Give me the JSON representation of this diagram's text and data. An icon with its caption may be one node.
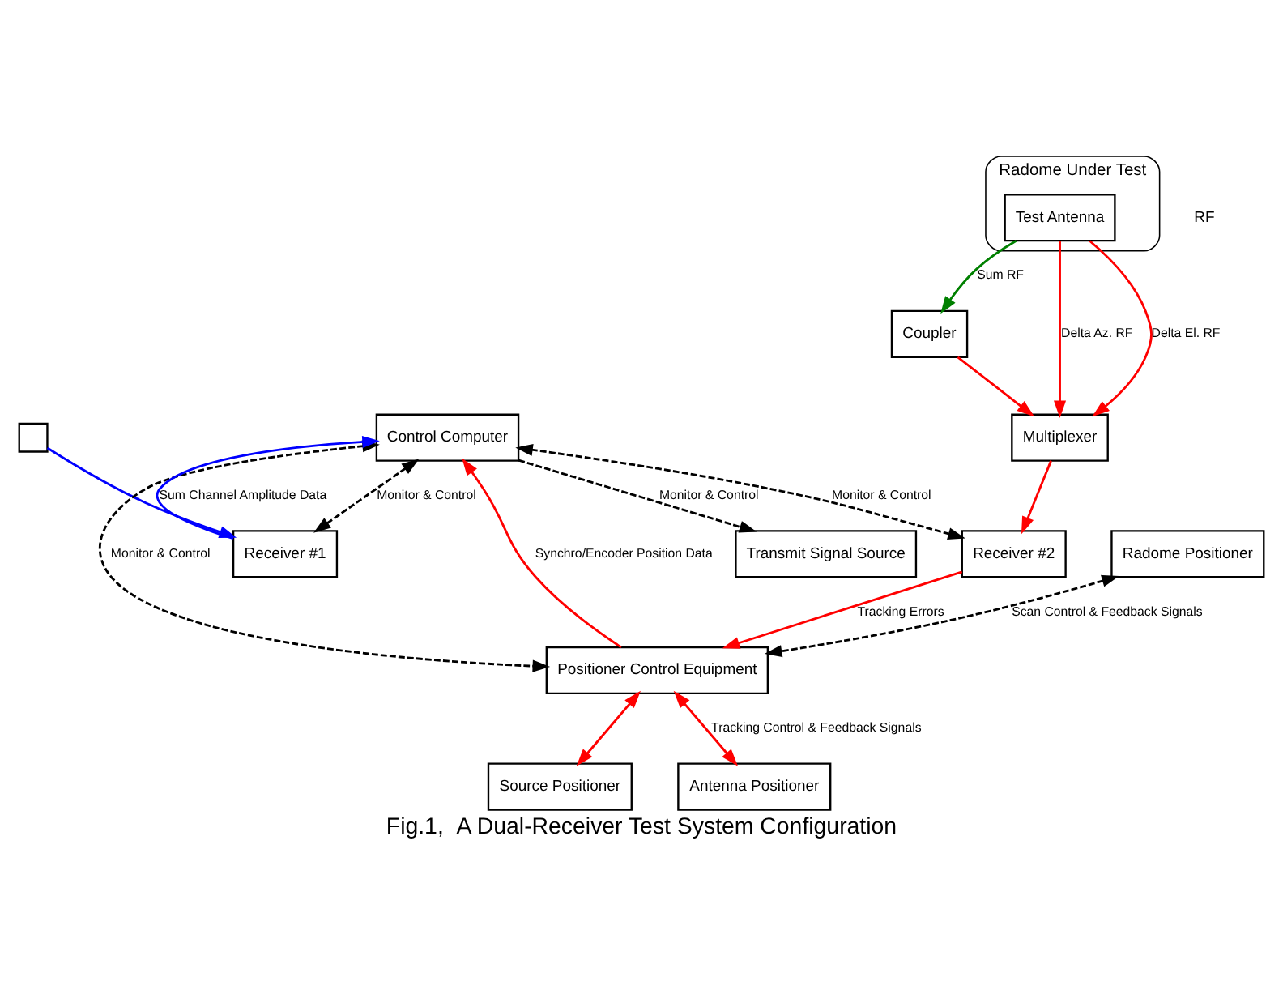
{
  "diagram": {
    "caption": "Fig.1,  A Dual-Receiver Test System Configuration",
    "nodes": [
      {
        "text": [
          "Transmit Signal Source"
        ]
      },
      {
        "text": [
          "Source Positioner"
        ]
      },
      {
        "text": [
          "Radome Under Test"
        ]
      },
      {
        "text": [
          "Test Antenna"
        ],
        "in": 2
      },
      {
        "text": [
          "Antenna Positioner"
        ]
      },
      {
        "text": [
          "Radome Positioner"
        ]
      },
      {
        "text": [
          "Coupler"
        ]
      },
      {
        "text": [],
        "shape": "box"
      },
      {
        "text": [
          "Multiplexer"
        ]
      },
      {
        "text": [
          "Control Computer"
        ]
      },
      {
        "text": [
          "Positioner Control Equipment"
        ]
      },
      {
        "text": [
          "Receiver #1"
        ]
      },
      {
        "text": [
          "Receiver #2"
        ]
      }
    ],
    "edges": [
      {
        "from": 3,
        "to": 6,
        "arrow": "to",
        "label": "Sum RF",
        "color": "#008000"
      },
      {
        "from": 3,
        "to": 8,
        "arrow": "to",
        "label": "Delta Az. RF",
        "color": "#ff0000"
      },
      {
        "from": 3,
        "to": 8,
        "arrow": "to",
        "label": "Delta El. RF",
        "color": "#ff0000"
      },
      {
        "from": 6,
        "to": 8,
        "arrow": "to",
        "color": "#ff0000"
      },
      {
        "from": 7,
        "to": 11,
        "arrow": "to",
        "color": "#0000ff"
      },
      {
        "from": 8,
        "to": 12,
        "arrow": "to",
        "color": "#ff0000"
      },
      {
        "from": 10,
        "to": 4,
        "arrow": "both",
        "label": "Tracking Control & Feedback Signals",
        "color": "#ff0000"
      },
      {
        "from": 10,
        "to": 1,
        "arrow": "both",
        "color": "#ff0000"
      },
      {
        "from": 10,
        "to": 9,
        "arrow": "to",
        "label": "Synchro/Encoder Position Data",
        "color": "#ff0000"
      },
      {
        "from": 12,
        "to": 10,
        "arrow": "to",
        "label": "Tracking Errors",
        "color": "#ff0000"
      },
      {
        "from": 11,
        "to": 9,
        "arrow": "to",
        "label": "Sum Channel Amplitude Data",
        "color": "#0000ff"
      },
      {
        "from": 9,
        "to": 10,
        "arrow": "both",
        "label": "Monitor & Control",
        "style": "dashed",
        "color": "#000000"
      },
      {
        "from": 9,
        "to": 11,
        "arrow": "both",
        "label": "Monitor & Control",
        "style": "dashed",
        "color": "#000000"
      },
      {
        "from": 9,
        "to": 12,
        "arrow": "both",
        "label": "Monitor & Control",
        "style": "dashed",
        "color": "#000000"
      },
      {
        "from": 9,
        "to": 0,
        "arrow": "to",
        "label": "Monitor & Control",
        "style": "dashed",
        "color": "#000000"
      },
      {
        "from": 5,
        "to": 10,
        "arrow": "both",
        "label": "Scan Control & Feedback Signals",
        "style": "dashed",
        "color": "#000000"
      }
    ],
    "labels": [
      "RF"
    ]
  }
}
